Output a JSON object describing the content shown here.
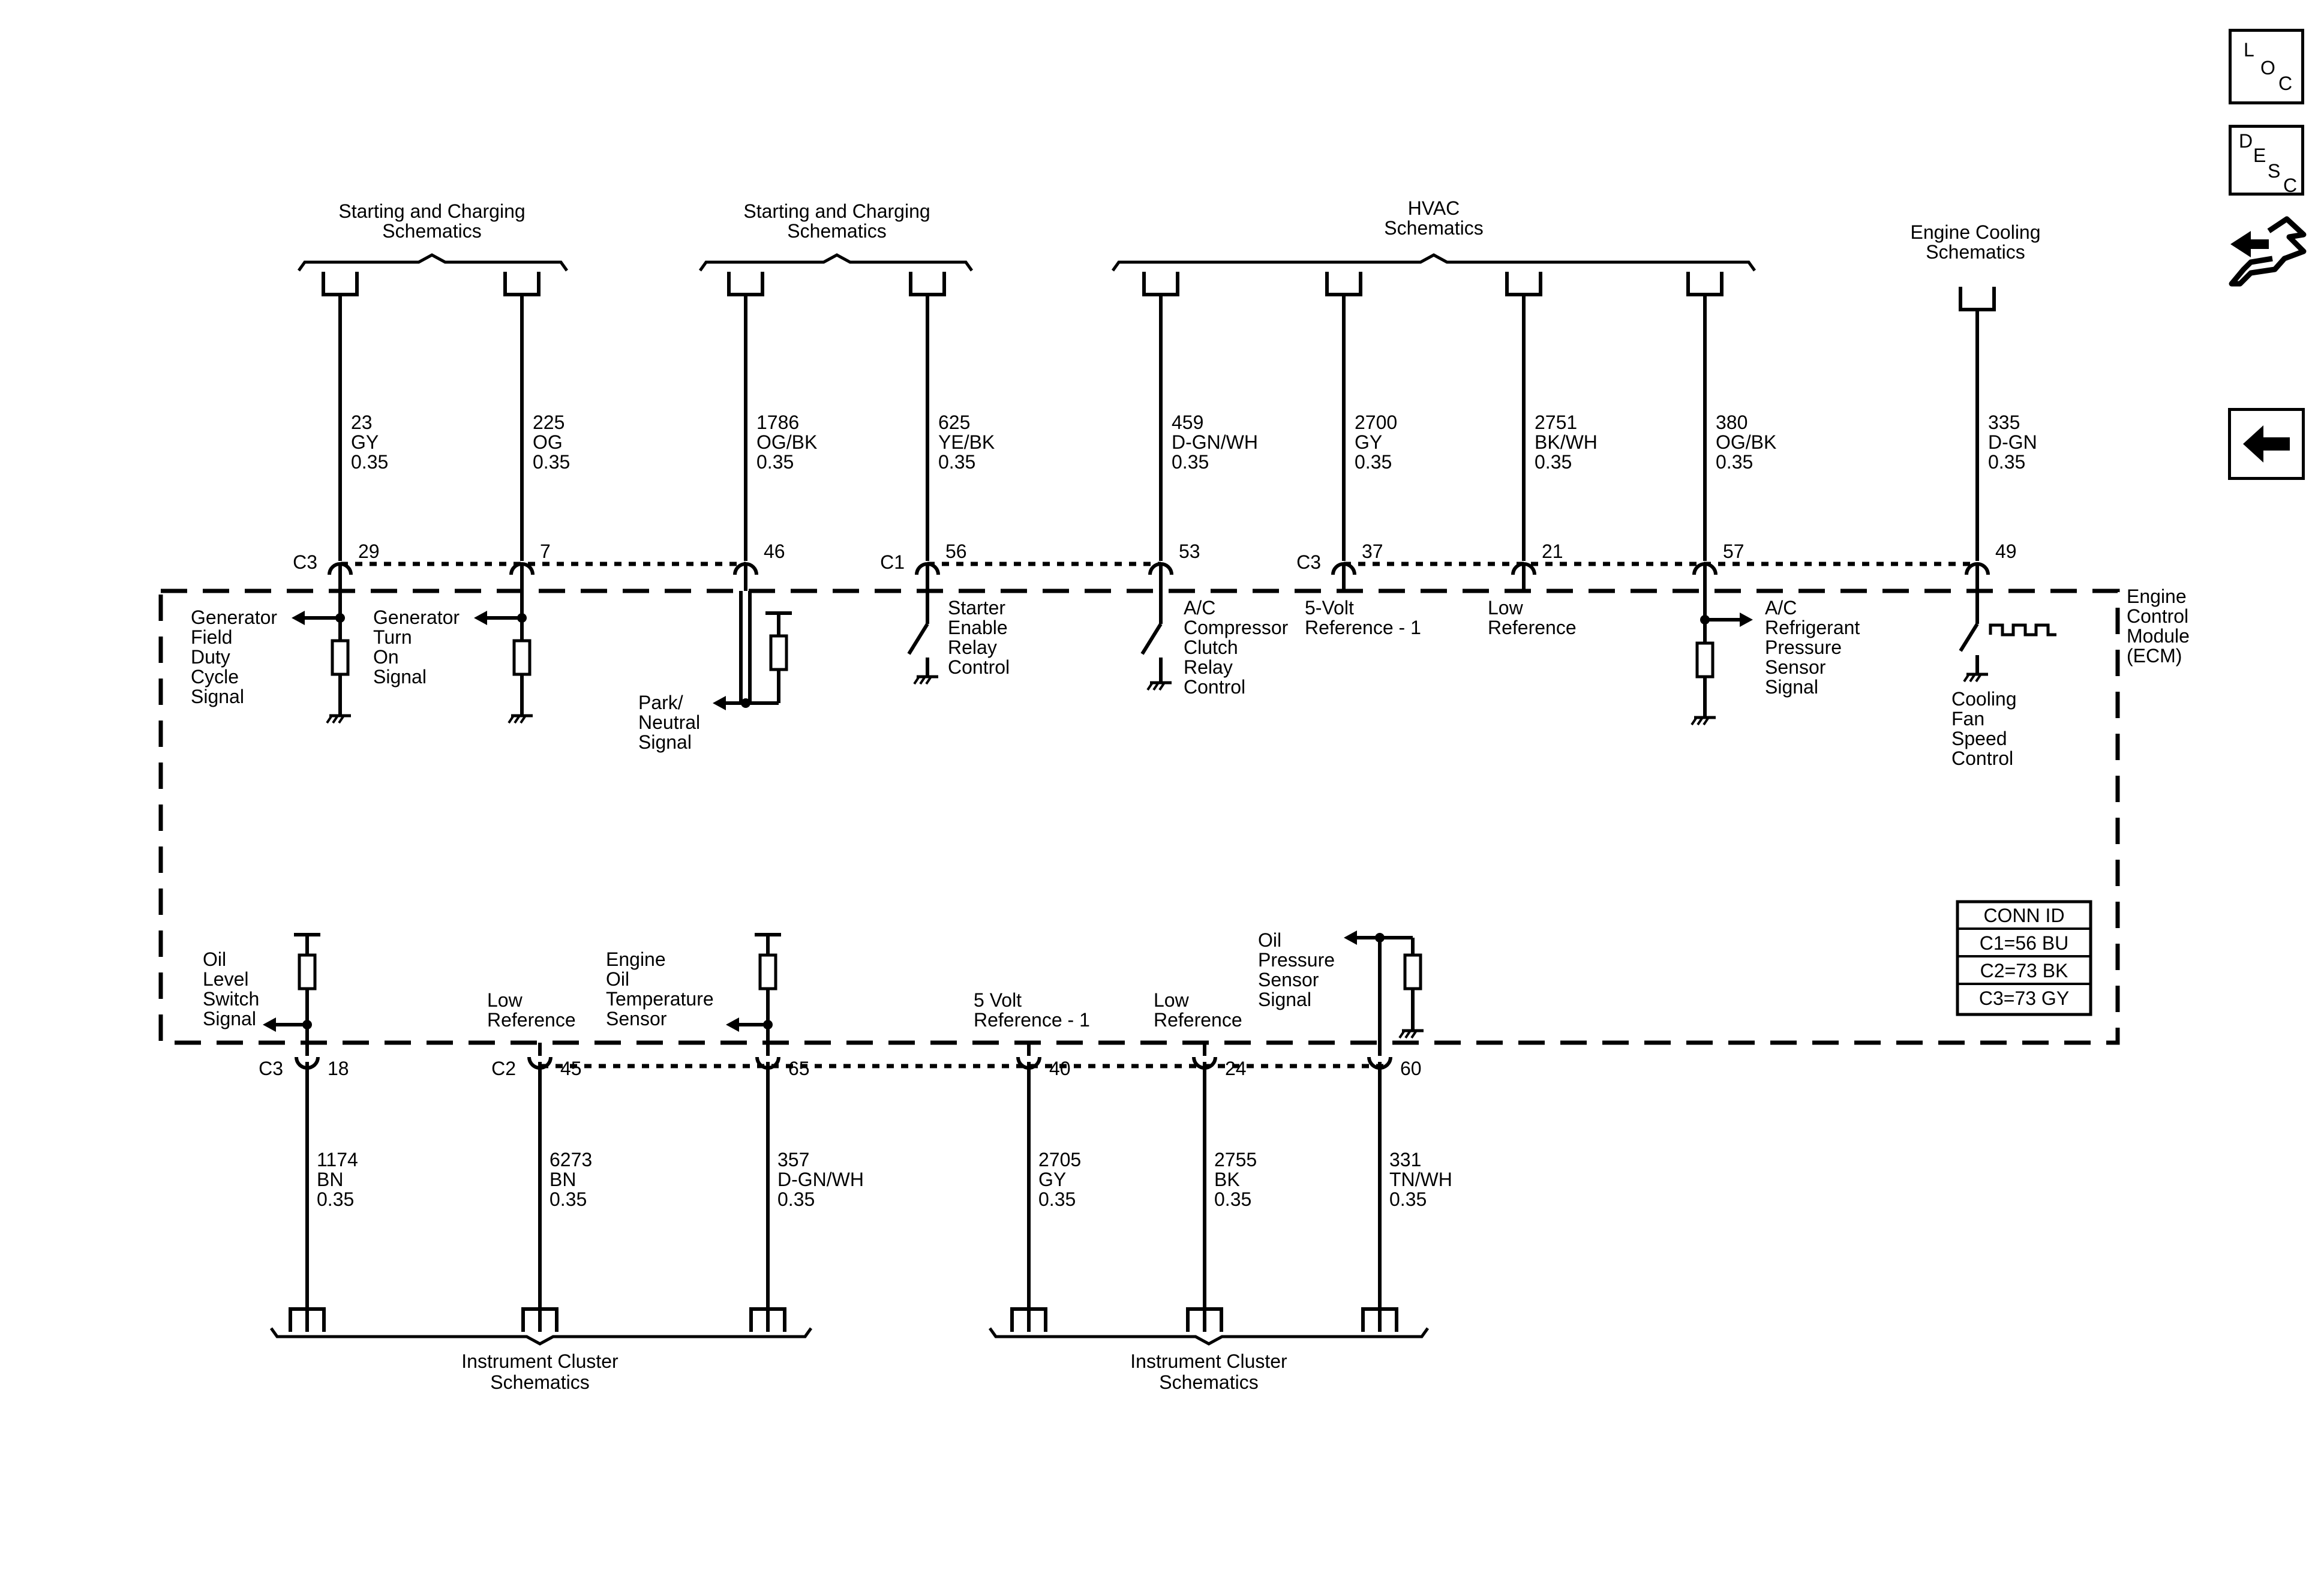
{
  "module": {
    "lines": [
      "Engine",
      "Control",
      "Module",
      "(ECM)"
    ]
  },
  "headers": {
    "starting_charging_1": [
      "Starting and Charging",
      "Schematics"
    ],
    "starting_charging_2": [
      "Starting and Charging",
      "Schematics"
    ],
    "hvac": [
      "HVAC",
      "Schematics"
    ],
    "engine_cooling": [
      "Engine Cooling",
      "Schematics"
    ],
    "instrument_cluster_1": [
      "Instrument Cluster",
      "Schematics"
    ],
    "instrument_cluster_2": [
      "Instrument Cluster",
      "Schematics"
    ]
  },
  "conn_id": {
    "title": "CONN ID",
    "rows": [
      "C1=56 BU",
      "C2=73 BK",
      "C3=73 GY"
    ]
  },
  "top_wires": [
    {
      "circuit": "23",
      "color": "GY",
      "size": "0.35",
      "connector": "C3",
      "pin": "29",
      "label": [
        "Generator",
        "Field",
        "Duty",
        "Cycle",
        "Signal"
      ]
    },
    {
      "circuit": "225",
      "color": "OG",
      "size": "0.35",
      "connector": "",
      "pin": "7",
      "label": [
        "Generator",
        "Turn",
        "On",
        "Signal"
      ]
    },
    {
      "circuit": "1786",
      "color": "OG/BK",
      "size": "0.35",
      "connector": "",
      "pin": "46",
      "label": [
        "Park/",
        "Neutral",
        "Signal"
      ]
    },
    {
      "circuit": "625",
      "color": "YE/BK",
      "size": "0.35",
      "connector": "C1",
      "pin": "56",
      "label": [
        "Starter",
        "Enable",
        "Relay",
        "Control"
      ]
    },
    {
      "circuit": "459",
      "color": "D-GN/WH",
      "size": "0.35",
      "connector": "",
      "pin": "53",
      "label": [
        "A/C",
        "Compressor",
        "Clutch",
        "Relay",
        "Control"
      ]
    },
    {
      "circuit": "2700",
      "color": "GY",
      "size": "0.35",
      "connector": "C3",
      "pin": "37",
      "label": [
        "5-Volt",
        "Reference - 1"
      ]
    },
    {
      "circuit": "2751",
      "color": "BK/WH",
      "size": "0.35",
      "connector": "",
      "pin": "21",
      "label": [
        "Low",
        "Reference"
      ]
    },
    {
      "circuit": "380",
      "color": "OG/BK",
      "size": "0.35",
      "connector": "",
      "pin": "57",
      "label": [
        "A/C",
        "Refrigerant",
        "Pressure",
        "Sensor",
        "Signal"
      ]
    },
    {
      "circuit": "335",
      "color": "D-GN",
      "size": "0.35",
      "connector": "",
      "pin": "49",
      "label": [
        "Cooling",
        "Fan",
        "Speed",
        "Control"
      ]
    }
  ],
  "bottom_wires": [
    {
      "circuit": "1174",
      "color": "BN",
      "size": "0.35",
      "connector": "C3",
      "pin": "18",
      "label": [
        "Oil",
        "Level",
        "Switch",
        "Signal"
      ]
    },
    {
      "circuit": "6273",
      "color": "BN",
      "size": "0.35",
      "connector": "C2",
      "pin": "45",
      "label": [
        "Low",
        "Reference"
      ]
    },
    {
      "circuit": "357",
      "color": "D-GN/WH",
      "size": "0.35",
      "connector": "",
      "pin": "65",
      "label": [
        "Engine",
        "Oil",
        "Temperature",
        "Sensor"
      ]
    },
    {
      "circuit": "2705",
      "color": "GY",
      "size": "0.35",
      "connector": "",
      "pin": "40",
      "label": [
        "5 Volt",
        "Reference - 1"
      ]
    },
    {
      "circuit": "2755",
      "color": "BK",
      "size": "0.35",
      "connector": "",
      "pin": "24",
      "label": [
        "Low",
        "Reference"
      ]
    },
    {
      "circuit": "331",
      "color": "TN/WH",
      "size": "0.35",
      "connector": "",
      "pin": "60",
      "label": [
        "Oil",
        "Pressure",
        "Sensor",
        "Signal"
      ]
    }
  ],
  "nav": {
    "loc": [
      "L",
      "O",
      "C"
    ],
    "desc": [
      "D",
      "E",
      "S",
      "C"
    ]
  },
  "icons": [
    "loc-button-icon",
    "desc-button-icon",
    "connector-hand-icon",
    "back-arrow-icon"
  ]
}
